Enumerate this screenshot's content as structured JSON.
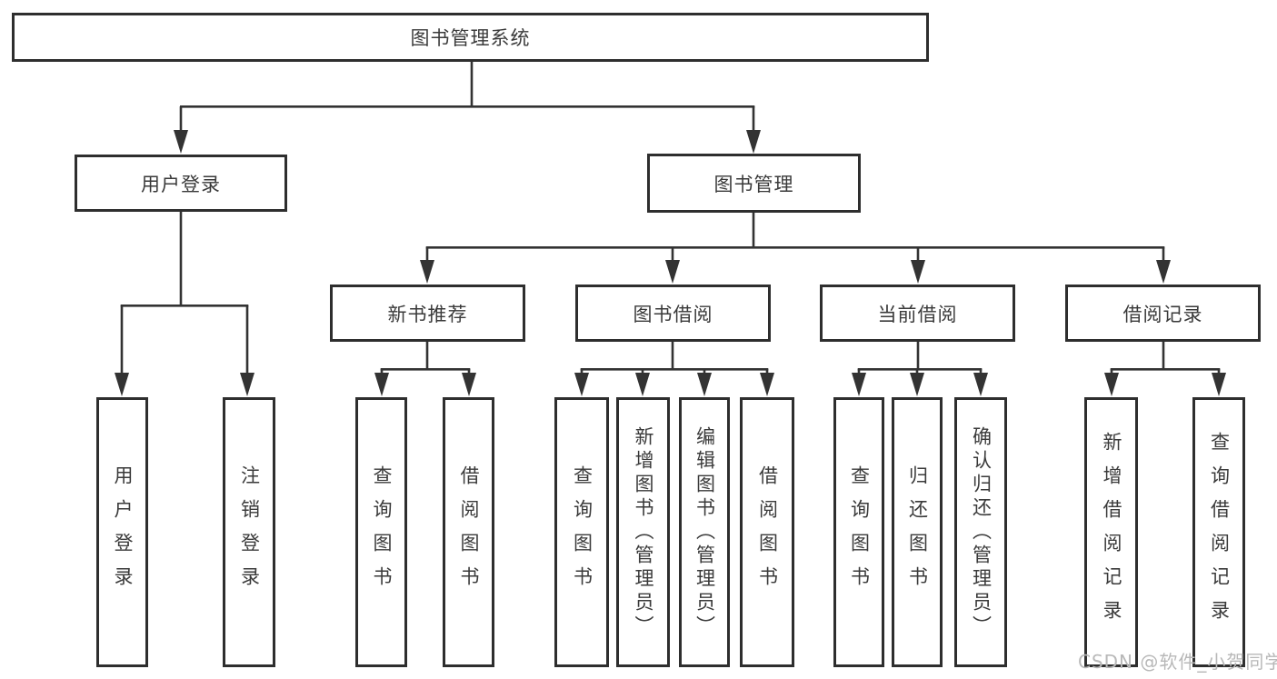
{
  "colors": {
    "line": "#333333",
    "border": "#2e2e2e",
    "text": "#3a3a3a",
    "box_bg": "#ffffff"
  },
  "watermark": {
    "text": "CSDN @软件_小贺同学",
    "color": "#b8b8b8"
  },
  "nodes": {
    "root": "图书管理系统",
    "user_login": "用户登录",
    "book_mgmt": "图书管理",
    "new_book_rec": "新书推荐",
    "book_borrow": "图书借阅",
    "current_borrow": "当前借阅",
    "borrow_records": "借阅记录",
    "leaf_user_login": "用户登录",
    "leaf_logout": "注销登录",
    "leaf_rec_query_book": "查询图书",
    "leaf_rec_borrow_book": "借阅图书",
    "leaf_bb_query_book": "查询图书",
    "leaf_bb_add_book": "新增图书（管理员）",
    "leaf_bb_edit_book": "编辑图书（管理员）",
    "leaf_bb_borrow_book": "借阅图书",
    "leaf_cb_query_book": "查询图书",
    "leaf_cb_return_book": "归还图书",
    "leaf_cb_confirm_return": "确认归还（管理员）",
    "leaf_br_add_record": "新增借阅记录",
    "leaf_br_query_record": "查询借阅记录"
  },
  "hierarchy": {
    "图书管理系统": {
      "用户登录": [
        "用户登录",
        "注销登录"
      ],
      "图书管理": {
        "新书推荐": [
          "查询图书",
          "借阅图书"
        ],
        "图书借阅": [
          "查询图书",
          "新增图书（管理员）",
          "编辑图书（管理员）",
          "借阅图书"
        ],
        "当前借阅": [
          "查询图书",
          "归还图书",
          "确认归还（管理员）"
        ],
        "借阅记录": [
          "新增借阅记录",
          "查询借阅记录"
        ]
      }
    }
  }
}
